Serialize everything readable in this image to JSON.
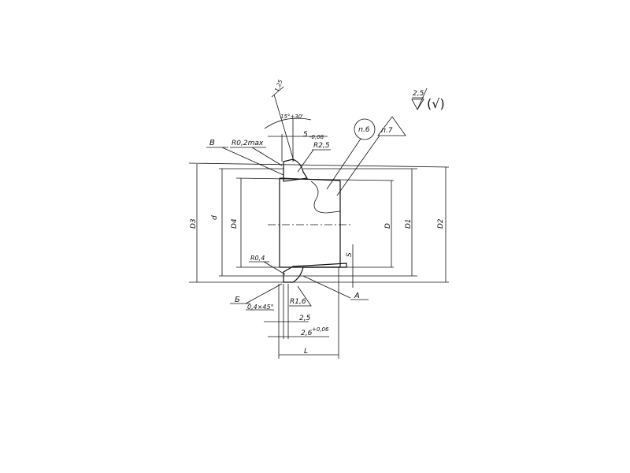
{
  "title_block": {
    "roughness_general": "2,5",
    "roughness_other": "(√)"
  },
  "labels": {
    "view_B": "В",
    "view_b": "Б",
    "view_A": "А",
    "r_top_small": "R0,2max",
    "r_top": "R2,5",
    "r_bottom_small": "R0,4",
    "r_bottom": "R1,6",
    "chamfer": "0,4×45°",
    "angle": "15°+30'",
    "width_top": "5",
    "width_top_tol": "-0,08",
    "roughness_top": "1,25",
    "note_6": "п.6",
    "note_7": "п.7",
    "dim_25": "2,5",
    "dim_26": "2,6",
    "dim_26_tol": "+0,06",
    "dim_L": "L",
    "dim_S": "S",
    "dim_D3": "D3",
    "dim_d": "d",
    "dim_D4": "D4",
    "dim_D": "D",
    "dim_D1": "D1",
    "dim_D2": "D2"
  }
}
